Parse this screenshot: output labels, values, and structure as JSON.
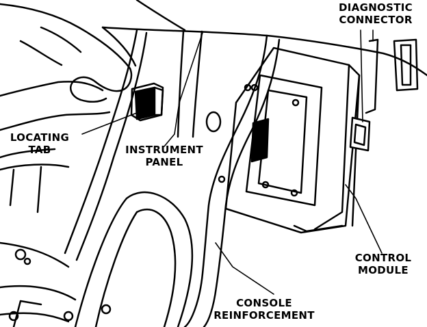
{
  "labels": {
    "diagnostic_connector": [
      "DIAGNOSTIC",
      "CONNECTOR"
    ],
    "locating_tab": [
      "LOCATING",
      "TAB"
    ],
    "instrument_panel": [
      "INSTRUMENT",
      "PANEL"
    ],
    "control_module": [
      "CONTROL",
      "MODULE"
    ],
    "console_reinforcement": [
      "CONSOLE",
      "REINFORCEMENT"
    ]
  },
  "colors": {
    "ink": "#000000",
    "paper": "#ffffff"
  }
}
